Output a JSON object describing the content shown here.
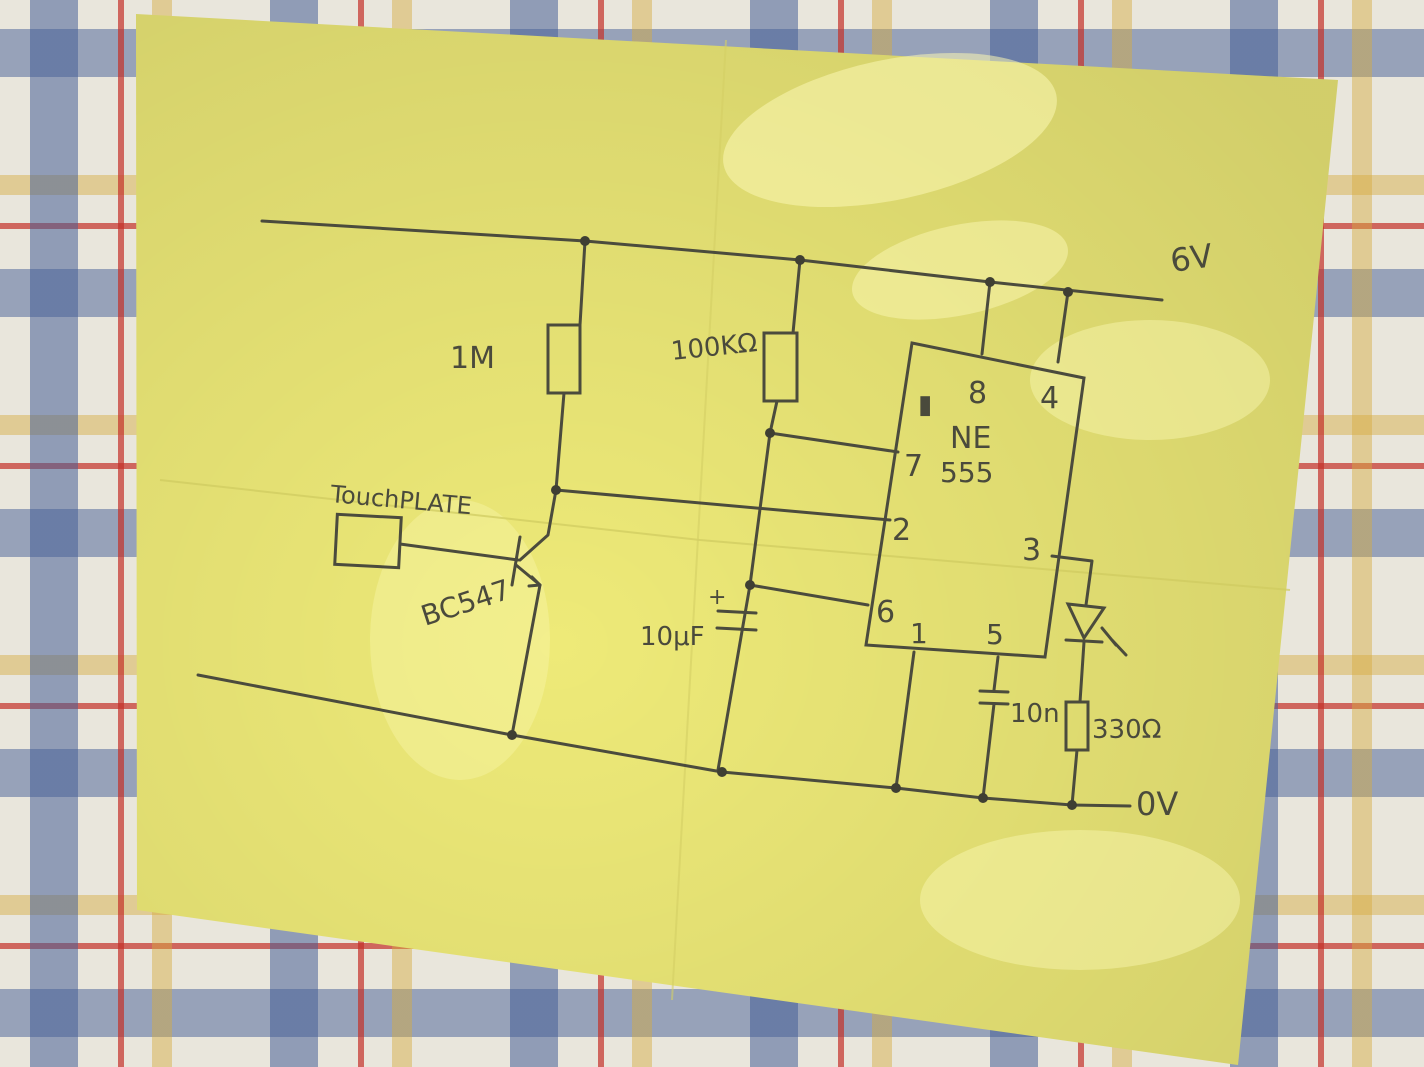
{
  "colors": {
    "paper": "#f0ec7a",
    "ink": "#4b4b3d",
    "tablecloth_blue": "#465f96",
    "tablecloth_red": "#c43028",
    "tablecloth_yellow": "#d6aa3c"
  },
  "rails": {
    "supply": "6V",
    "ground": "0V"
  },
  "components": {
    "r1": "1M",
    "r2": "100KΩ",
    "cap_timing": "10μF",
    "cap_timing_plus": "+",
    "cap_control": "10n",
    "r_led": "330Ω",
    "transistor": "BC547",
    "touch_plate": "TouchPLATE"
  },
  "ic": {
    "name_line1": "NE",
    "name_line2": "555",
    "pins": {
      "p8": "8",
      "p4": "4",
      "p7": "7",
      "p2": "2",
      "p3": "3",
      "p6": "6",
      "p1": "1",
      "p5": "5"
    }
  }
}
